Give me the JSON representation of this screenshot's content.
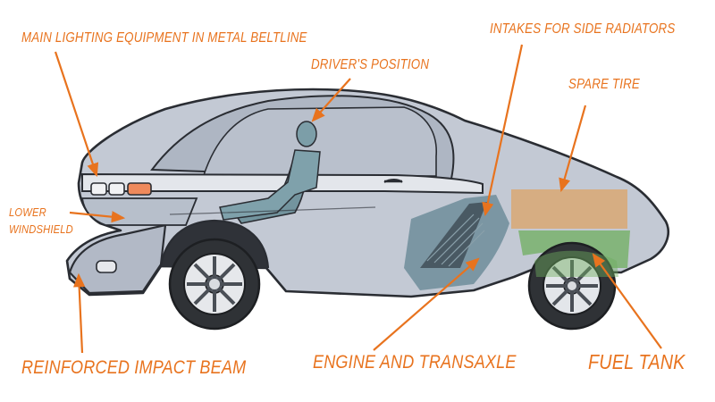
{
  "colors": {
    "label": "#e8731e",
    "outline": "#2a2d33",
    "body": "#c3c9d4",
    "interior": "#aeb6c3",
    "spare_tire": "#d9a873",
    "fuel_tank": "#6fae5f",
    "mechanical": "#6e8d9a"
  },
  "labels": {
    "main_lighting": "MAIN LIGHTING EQUIPMENT IN METAL BELTLINE",
    "drivers_position": "DRIVER'S POSITION",
    "intakes": "INTAKES FOR SIDE RADIATORS",
    "spare_tire": "SPARE TIRE",
    "lower_windshield_1": "LOWER",
    "lower_windshield_2": "WINDSHIELD",
    "impact_beam": "REINFORCED IMPACT BEAM",
    "engine": "ENGINE AND TRANSAXLE",
    "fuel_tank": "FUEL TANK"
  }
}
